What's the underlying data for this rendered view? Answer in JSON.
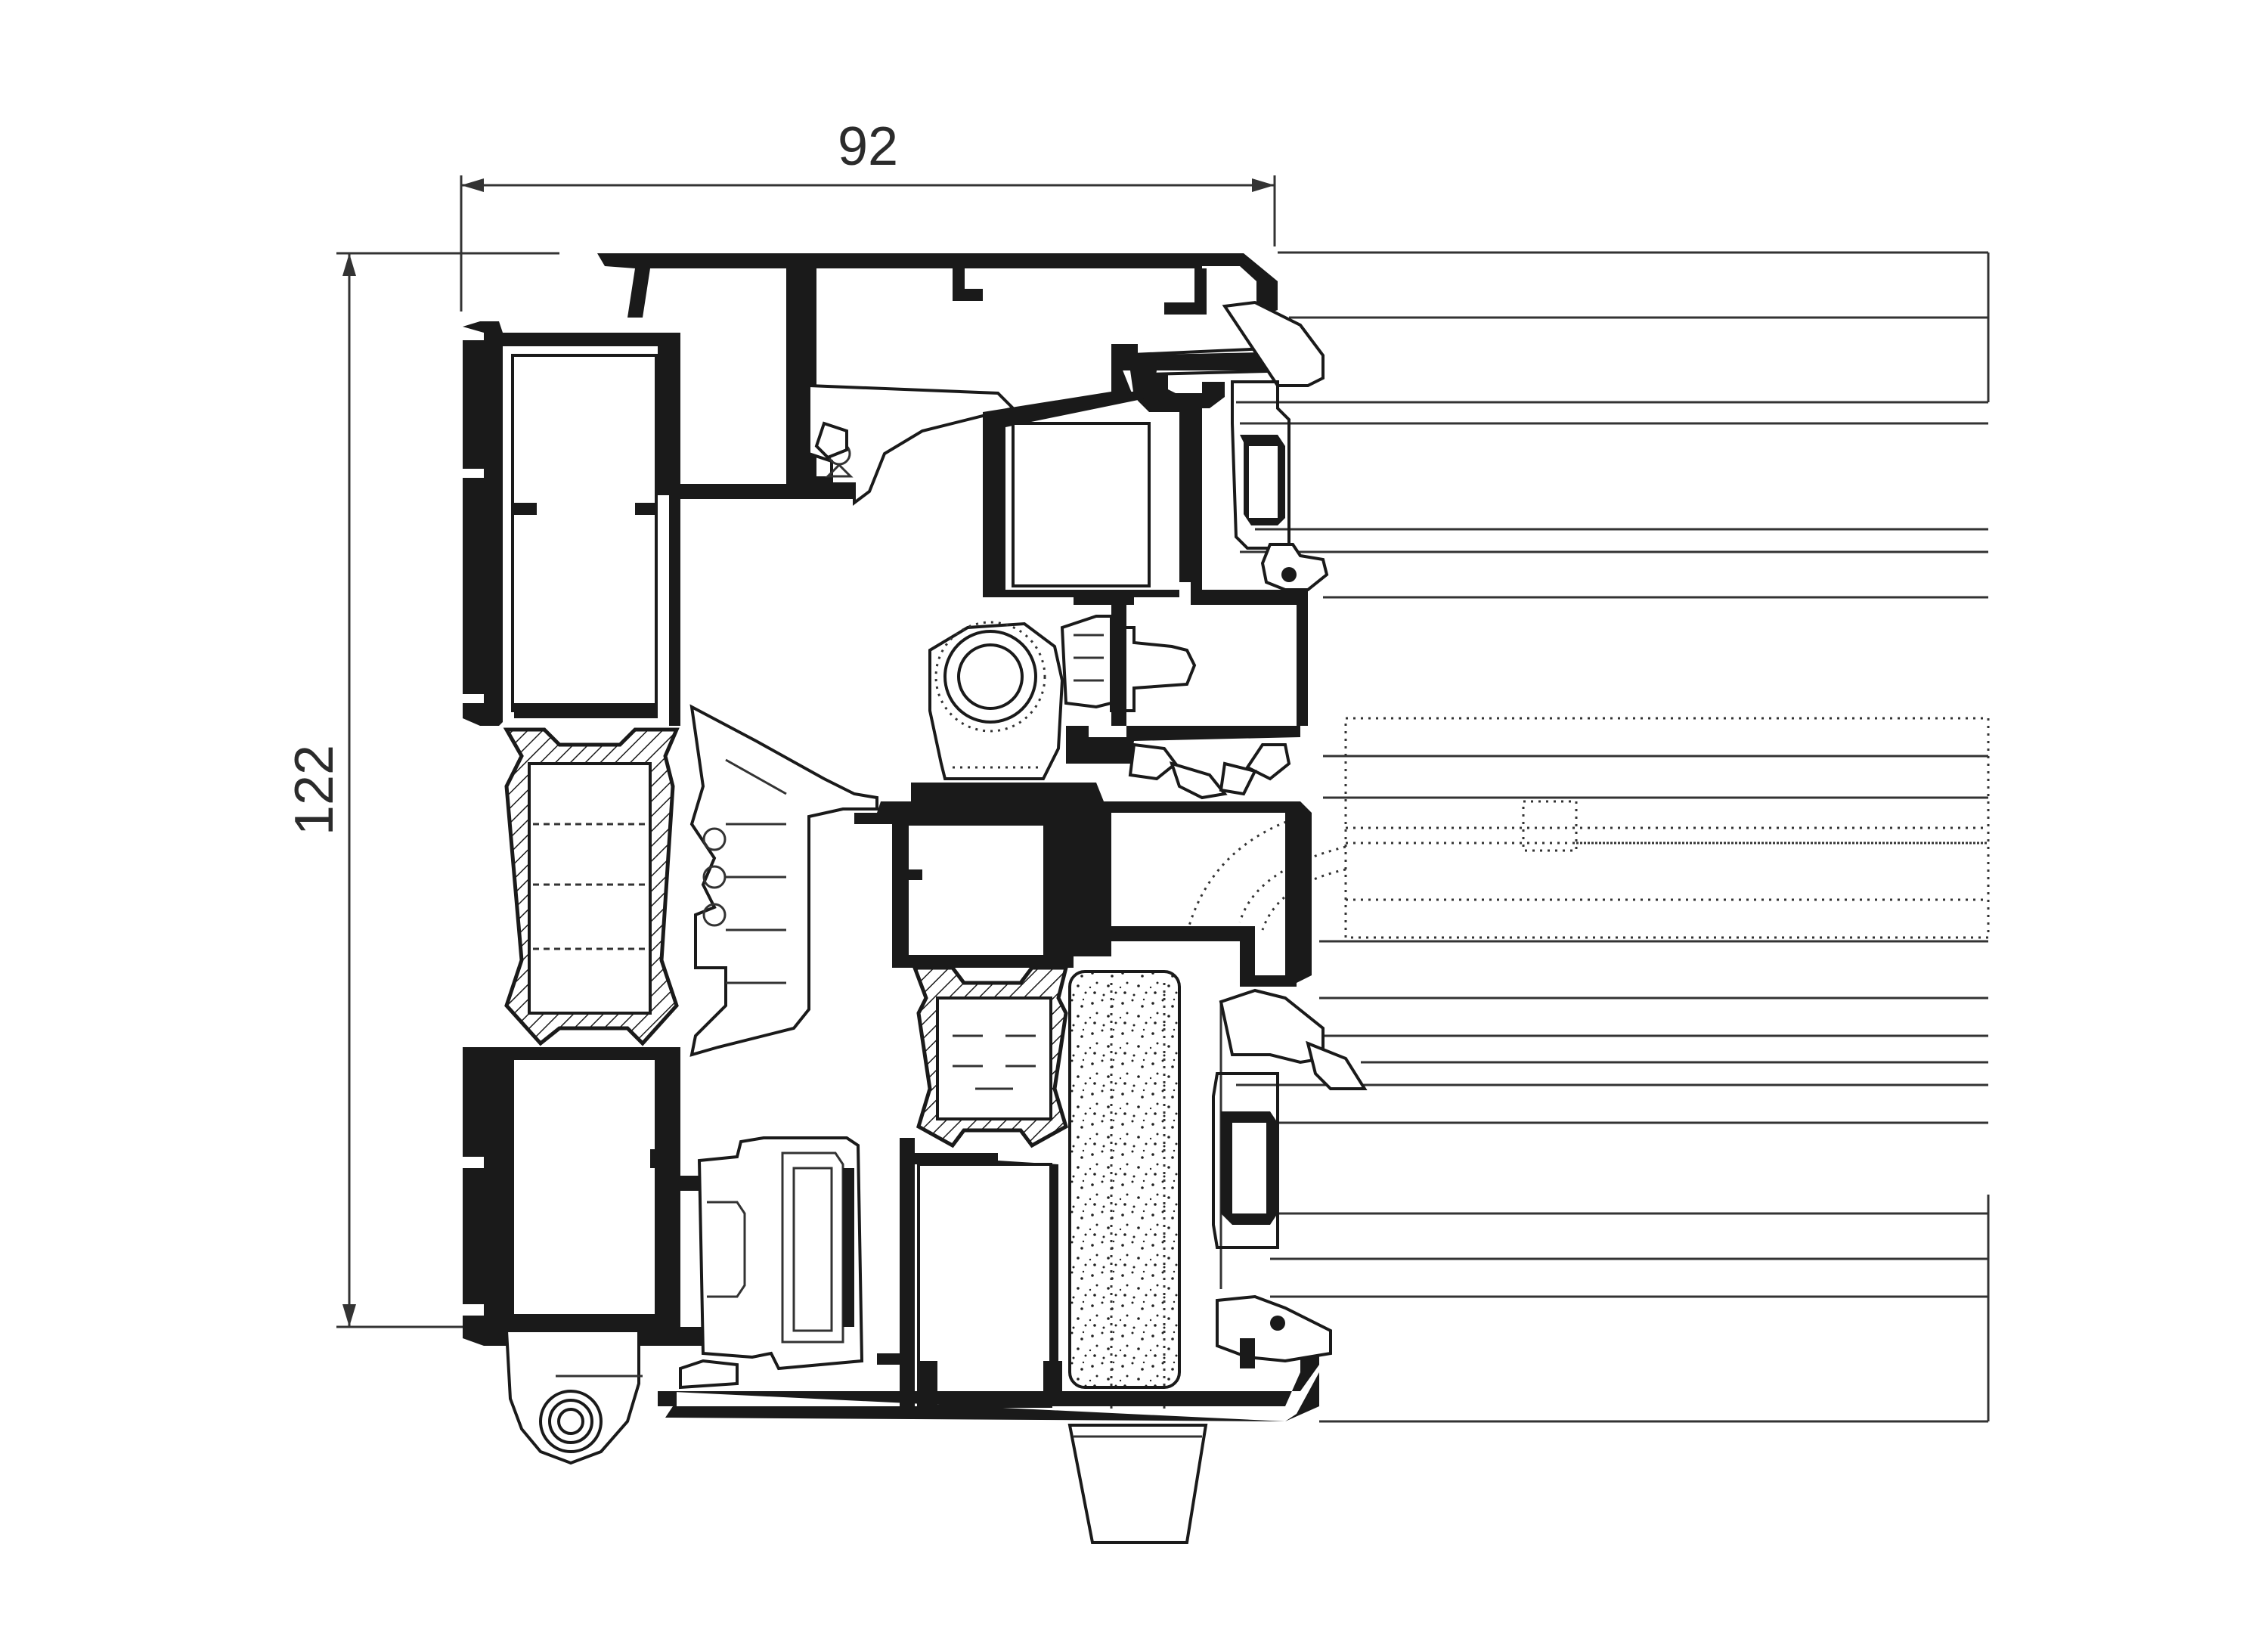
{
  "drawing": {
    "type": "window-frame-cross-section",
    "dimensions": {
      "width_label": "92",
      "height_label": "122"
    }
  }
}
